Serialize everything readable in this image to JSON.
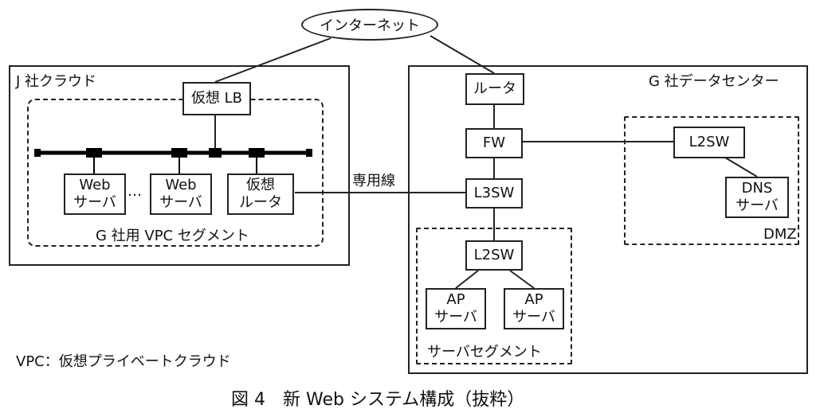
{
  "nodes": {
    "internet": "インターネット",
    "virtual_lb": "仮想 LB",
    "web_server_1": "Web\nサーバ",
    "web_server_2": "Web\nサーバ",
    "virtual_router": "仮想\nルータ",
    "router": "ルータ",
    "fw": "FW",
    "l3sw": "L3SW",
    "l2sw_server": "L2SW",
    "l2sw_dmz": "L2SW",
    "dns_server": "DNS\nサーバ",
    "ap_server_1": "AP\nサーバ",
    "ap_server_2": "AP\nサーバ"
  },
  "regions": {
    "j_cloud": "J 社クラウド",
    "g_vpc_segment": "G 社用 VPC セグメント",
    "g_datacenter": "G 社データセンター",
    "dmz": "DMZ",
    "server_segment": "サーバセグメント"
  },
  "labels": {
    "dedicated_line": "専用線",
    "ellipsis": "…",
    "vpc_note": "VPC：仮想プライベートクラウド",
    "figure_caption": "図 4　新 Web システム構成（抜粋）"
  }
}
